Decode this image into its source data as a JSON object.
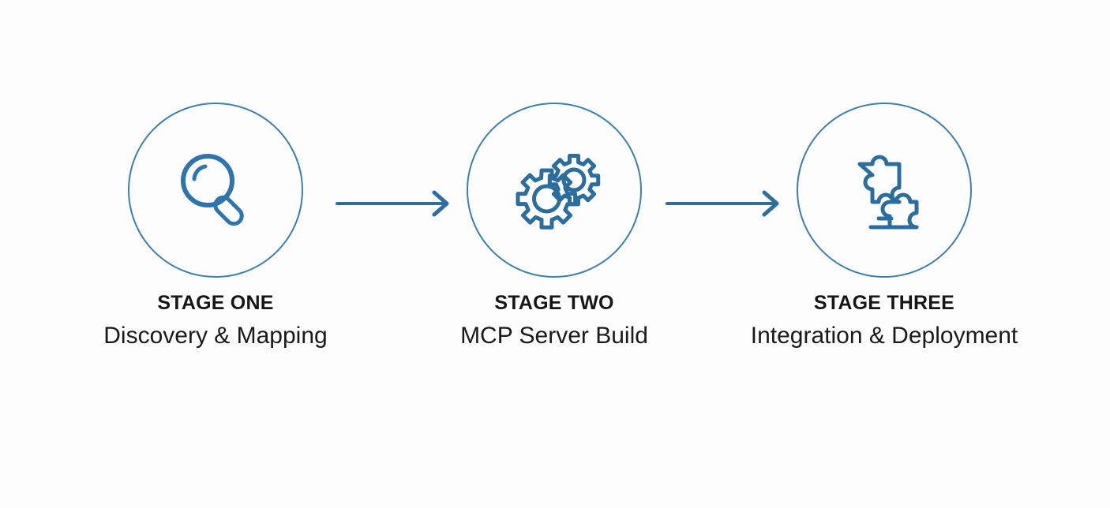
{
  "diagram": {
    "type": "three-stage-process-flow",
    "background_color": "#fdfdfd",
    "accent_color": "#2e75ae",
    "ring_color": "#3b7fb3",
    "arrow_color": "#2e6e9e",
    "text_color": "#161616",
    "stages": [
      {
        "icon": "magnifying-glass-icon",
        "title": "STAGE ONE",
        "subtitle": "Discovery & Mapping"
      },
      {
        "icon": "gears-icon",
        "title": "STAGE TWO",
        "subtitle": "MCP Server Build"
      },
      {
        "icon": "puzzle-pieces-icon",
        "title": "STAGE THREE",
        "subtitle": "Integration & Deployment"
      }
    ],
    "connectors": [
      {
        "name": "arrow-right-icon",
        "from": "STAGE ONE",
        "to": "STAGE TWO"
      },
      {
        "name": "arrow-right-icon",
        "from": "STAGE TWO",
        "to": "STAGE THREE"
      }
    ]
  }
}
